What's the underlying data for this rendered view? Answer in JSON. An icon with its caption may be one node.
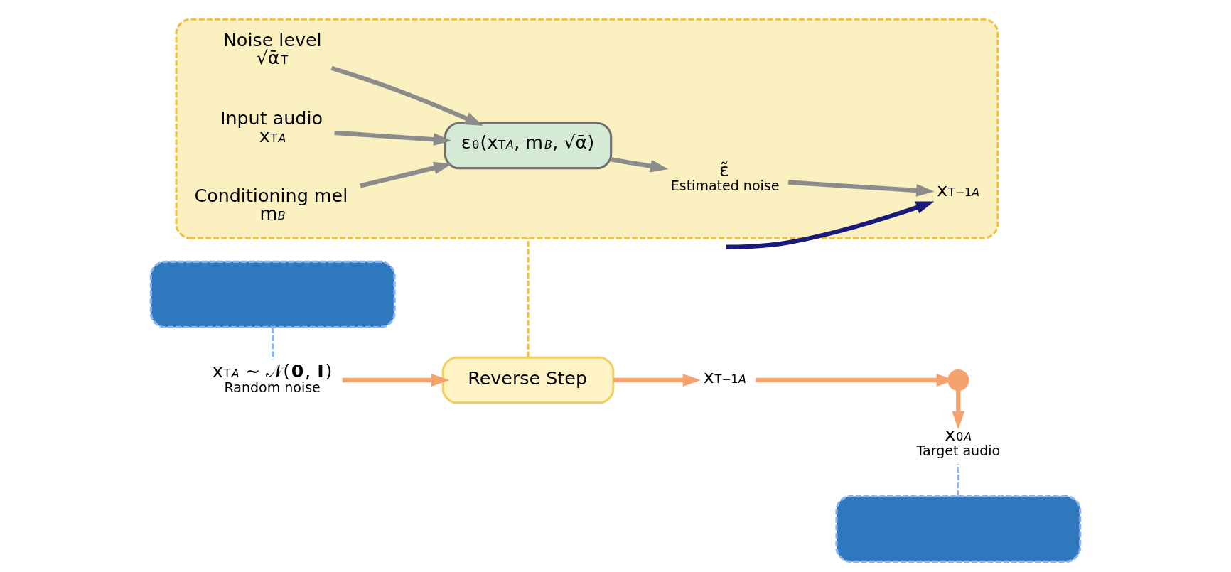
{
  "diagram": {
    "nodes": [
      {
        "text": [],
        "shape": "box"
      },
      {
        "text": [
          "x$_{T}$$^{A}$ ∼ 𝒩(**0**, **I**)"
        ],
        "beside": [
          "Random noise"
        ]
      },
      {
        "text": [
          "Reverse Step"
        ]
      },
      {
        "text": [
          "x$_{T−1}$$^{A}$"
        ]
      },
      {
        "text": [],
        "shape": "circle"
      },
      {
        "text": [
          "x$_{0}$$^{A}$"
        ],
        "beside": [
          "Target audio"
        ]
      },
      {
        "text": [],
        "shape": "box"
      },
      {
        "text": [],
        "shape": "box"
      },
      {
        "text": [
          "Noise level",
          "√ᾱ$_{T}$"
        ],
        "in": 7
      },
      {
        "text": [
          "Input audio",
          "x$_{T}$$^{A}$"
        ],
        "in": 7
      },
      {
        "text": [
          "Conditioning mel",
          "m$^{B}$"
        ],
        "in": 7
      },
      {
        "text": [
          "ε$_{θ}$(x$_{T}$$^{A}$, m$^{B}$, √ᾱ)"
        ],
        "in": 7
      },
      {
        "text": [
          "ε̃"
        ],
        "beside": [
          "Estimated noise"
        ],
        "in": 7
      },
      {
        "text": [
          "x$_{T−1}$$^{A}$"
        ],
        "in": 7
      }
    ],
    "edges": [
      {
        "from": 0,
        "to": 1,
        "arrow": "none",
        "style": "dashed",
        "color": "#8ab4f0"
      },
      {
        "from": 1,
        "to": 2,
        "arrow": "to",
        "color": "#f4a26e"
      },
      {
        "from": 2,
        "to": 3,
        "arrow": "to",
        "color": "#f4a26e"
      },
      {
        "from": 3,
        "to": 4,
        "arrow": "to",
        "color": "#f4a26e"
      },
      {
        "from": 4,
        "to": 5,
        "arrow": "to",
        "color": "#f4a26e"
      },
      {
        "from": 6,
        "to": 5,
        "arrow": "none",
        "style": "dashed",
        "color": "#8ab4f0"
      },
      {
        "from": 2,
        "to": 7,
        "arrow": "none",
        "style": "dashed",
        "color": "#f0c040"
      },
      {
        "from": 8,
        "to": 11,
        "arrow": "to"
      },
      {
        "from": 9,
        "to": 11,
        "arrow": "to"
      },
      {
        "from": 10,
        "to": 11,
        "arrow": "to"
      },
      {
        "from": 11,
        "to": 12,
        "arrow": "to"
      },
      {
        "from": 12,
        "to": 13,
        "arrow": "to"
      },
      {
        "from": null,
        "to": 13,
        "arrow": "to",
        "color": "#1a1a7a"
      }
    ]
  }
}
